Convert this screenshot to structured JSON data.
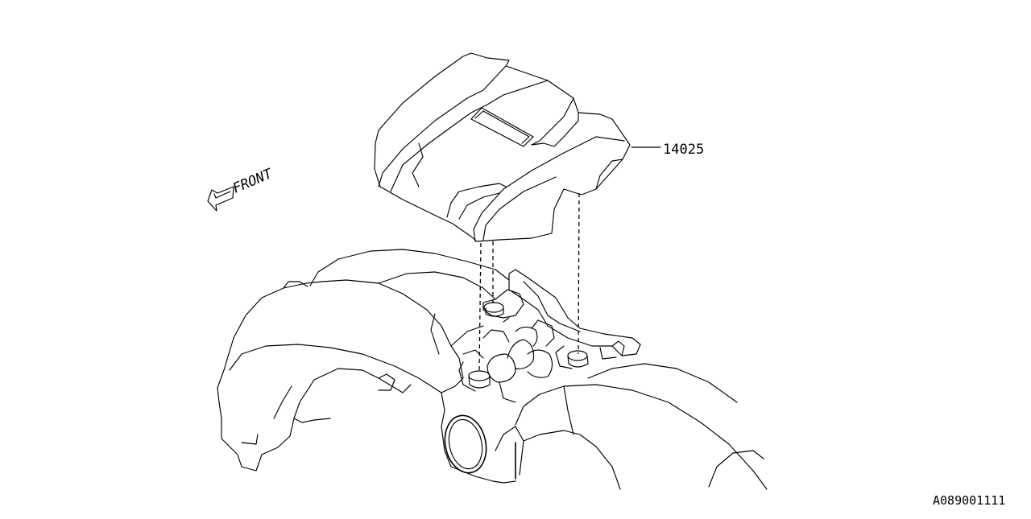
{
  "diagram": {
    "direction_label": "FRONT",
    "callouts": [
      {
        "id": "engine-cover",
        "part_number": "14025"
      }
    ],
    "figure_code": "A089001111"
  }
}
